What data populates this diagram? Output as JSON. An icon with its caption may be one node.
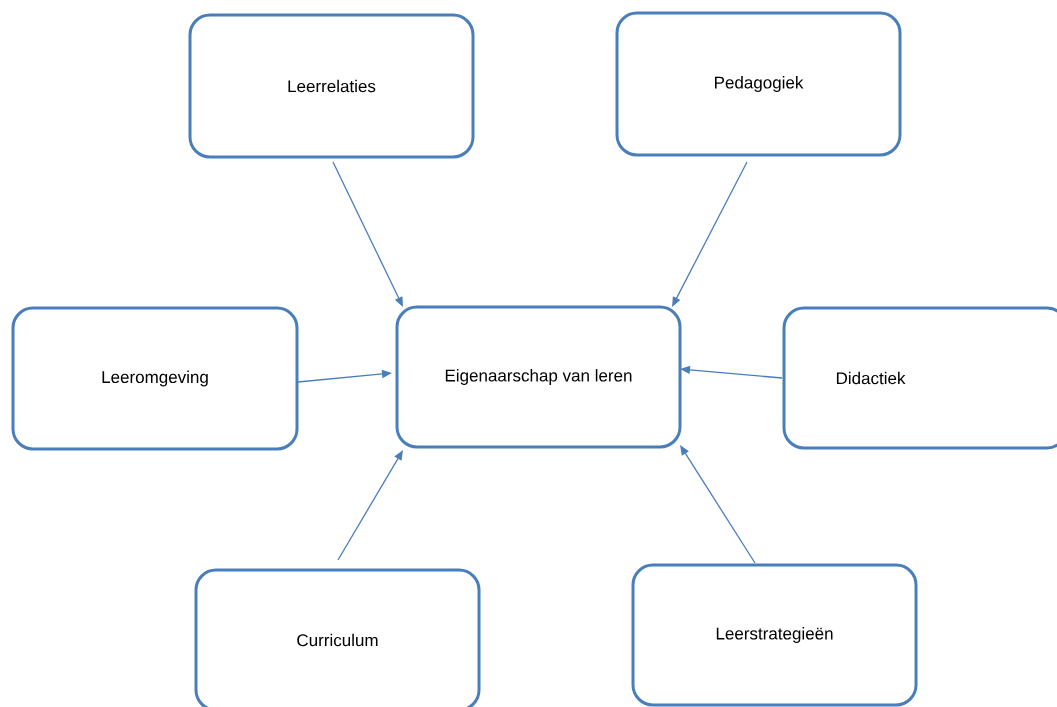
{
  "diagram": {
    "nodes": [
      {
        "text": [
          "Eigenaarschap van leren"
        ]
      },
      {
        "text": [
          "Leerrelaties"
        ]
      },
      {
        "text": [
          "Pedagogiek"
        ]
      },
      {
        "text": [
          "Leeromgeving"
        ]
      },
      {
        "text": [
          "Didactiek"
        ]
      },
      {
        "text": [
          "Curriculum"
        ]
      },
      {
        "text": [
          "Leerstrategieën"
        ]
      }
    ],
    "edges": [
      {
        "from": 1,
        "to": 0,
        "arrow": "to"
      },
      {
        "from": 2,
        "to": 0,
        "arrow": "to"
      },
      {
        "from": 3,
        "to": 0,
        "arrow": "to"
      },
      {
        "from": 4,
        "to": 0,
        "arrow": "to"
      },
      {
        "from": 5,
        "to": 0,
        "arrow": "to"
      },
      {
        "from": 6,
        "to": 0,
        "arrow": "to"
      }
    ]
  }
}
